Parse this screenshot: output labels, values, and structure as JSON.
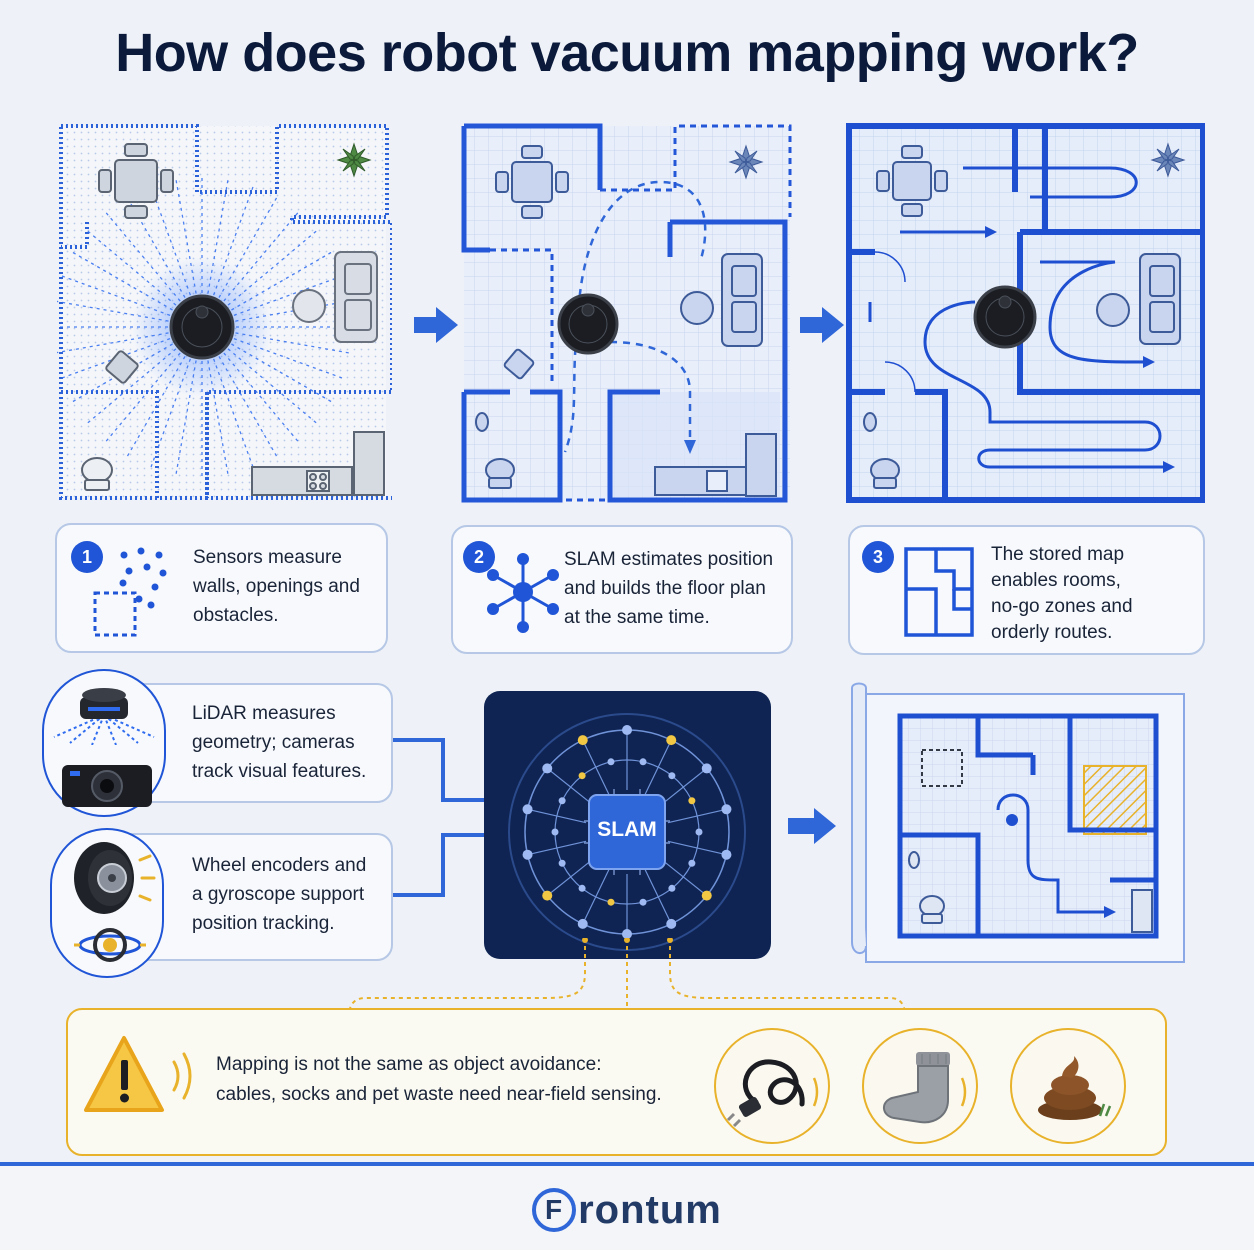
{
  "title": "How does robot vacuum mapping work?",
  "steps": [
    {
      "number": "1",
      "lines": [
        "Sensors measure",
        "walls, openings and",
        "obstacles."
      ]
    },
    {
      "number": "2",
      "lines": [
        "SLAM estimates position",
        "and builds the floor plan",
        "at the same time."
      ]
    },
    {
      "number": "3",
      "lines": [
        "The stored map",
        "enables rooms,",
        "no-go zones and",
        "orderly routes."
      ]
    }
  ],
  "sensors": {
    "lidar_lines": [
      "LiDAR measures",
      "geometry; cameras",
      "track visual features."
    ],
    "wheel_lines": [
      "Wheel encoders and",
      "a gyroscope support",
      "position tracking."
    ]
  },
  "slam_chip_label": "SLAM",
  "warning": {
    "lines": [
      "Mapping is not the same as object avoidance:",
      "cables, socks and pet waste need near-field sensing."
    ],
    "icons": [
      "cable-icon",
      "sock-icon",
      "pet-waste-icon"
    ]
  },
  "brand": {
    "text": "rontum",
    "logo_letter": "F"
  },
  "colors": {
    "accent": "#1f55d6",
    "navy": "#0b1a3b",
    "warning": "#e8b22b",
    "slam_bg": "#0f2452"
  }
}
